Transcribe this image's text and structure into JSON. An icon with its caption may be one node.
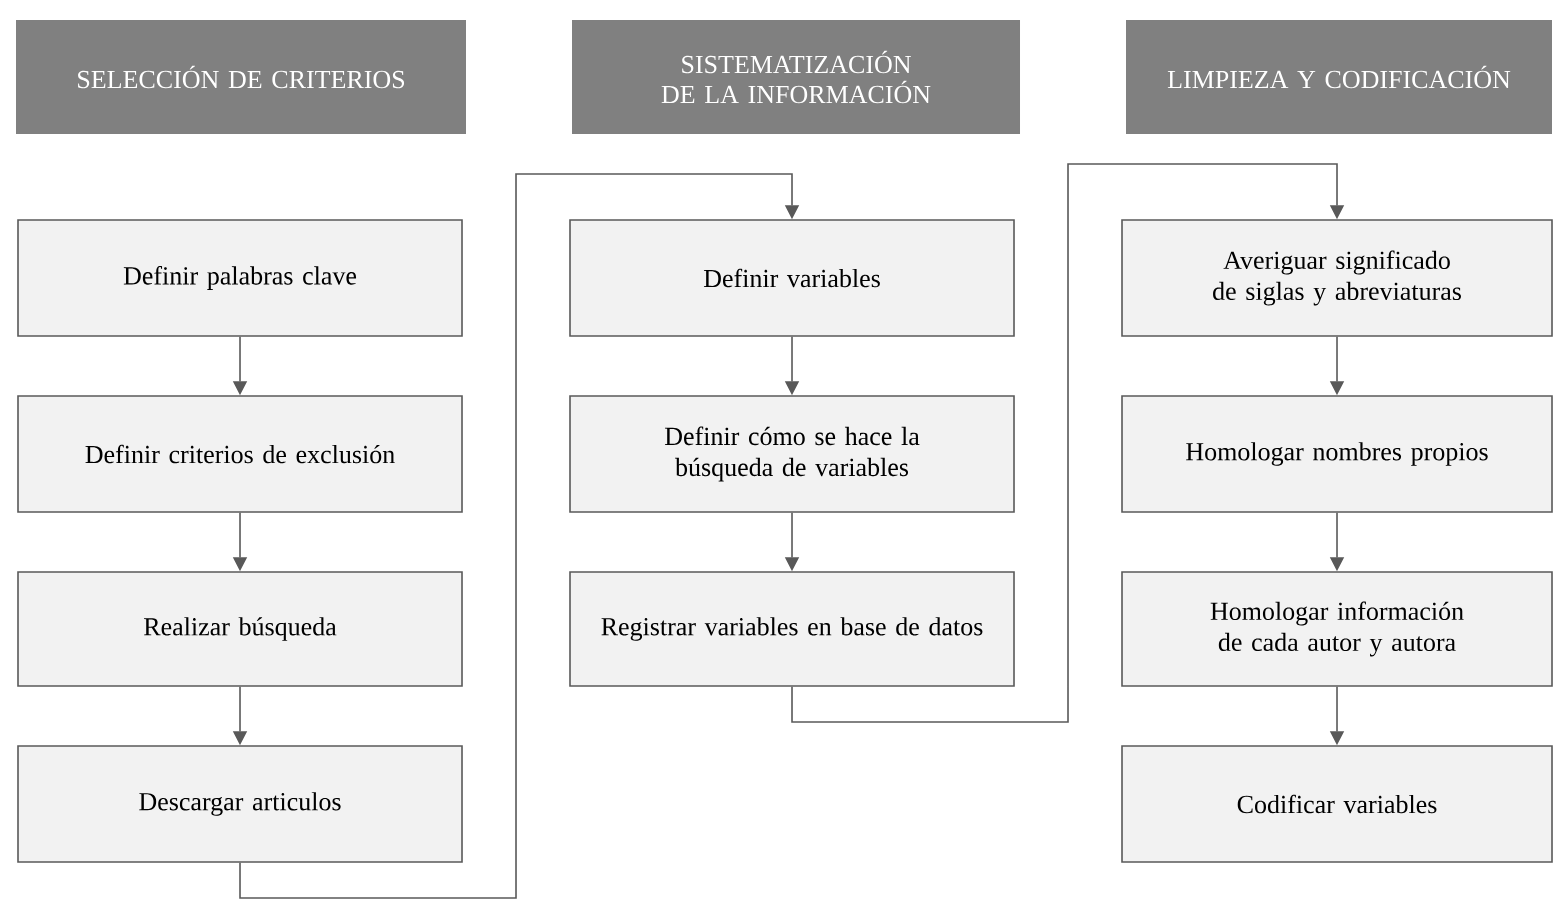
{
  "diagram": {
    "nodes": [
      {
        "text": [
          "SELECCIÓN DE CRITERIOS"
        ]
      },
      {
        "text": [
          "SISTEMATIZACIÓN DE LA INFORMACIÓN"
        ]
      },
      {
        "text": [
          "LIMPIEZA Y CODIFICACIÓN"
        ]
      },
      {
        "text": [
          "Definir palabras clave"
        ]
      },
      {
        "text": [
          "Definir criterios de exclusión"
        ]
      },
      {
        "text": [
          "Realizar búsqueda"
        ]
      },
      {
        "text": [
          "Descargar articulos"
        ]
      },
      {
        "text": [
          "Definir variables"
        ]
      },
      {
        "text": [
          "Definir cómo se hace la búsqueda de variables"
        ]
      },
      {
        "text": [
          "Registrar variables en base de datos"
        ]
      },
      {
        "text": [
          "Averiguar significado de siglas y abreviaturas"
        ]
      },
      {
        "text": [
          "Homologar nombres propios"
        ]
      },
      {
        "text": [
          "Homologar información de cada autor y autora"
        ]
      },
      {
        "text": [
          "Codificar variables"
        ]
      }
    ],
    "edges": [
      {
        "from": 3,
        "to": 4,
        "arrow": "to"
      },
      {
        "from": 4,
        "to": 5,
        "arrow": "to"
      },
      {
        "from": 5,
        "to": 6,
        "arrow": "to"
      },
      {
        "from": 6,
        "to": 7,
        "arrow": "to"
      },
      {
        "from": 7,
        "to": 8,
        "arrow": "to"
      },
      {
        "from": 8,
        "to": 9,
        "arrow": "to"
      },
      {
        "from": 9,
        "to": 10,
        "arrow": "to"
      },
      {
        "from": 10,
        "to": 11,
        "arrow": "to"
      },
      {
        "from": 11,
        "to": 12,
        "arrow": "to"
      },
      {
        "from": 12,
        "to": 13,
        "arrow": "to"
      }
    ]
  }
}
